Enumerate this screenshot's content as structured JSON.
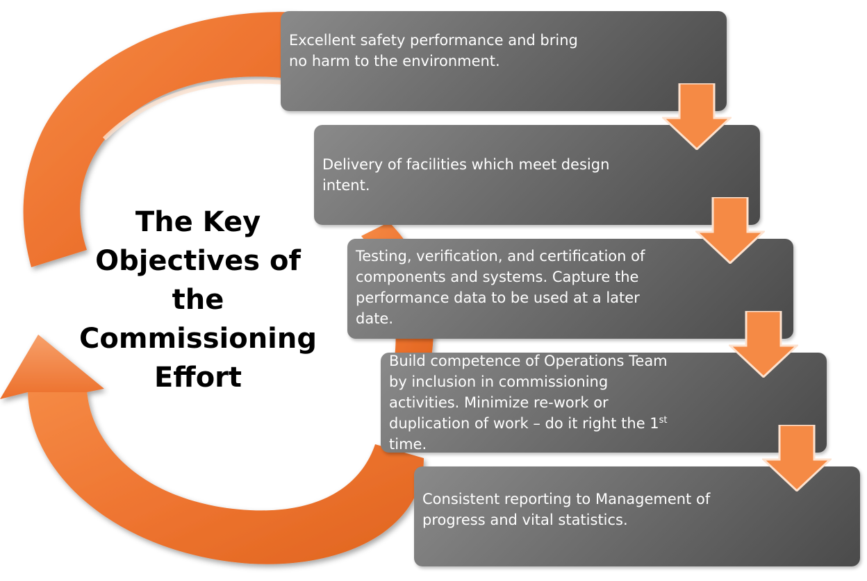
{
  "title_lines": [
    "The Key",
    "Objectives of",
    "the",
    "Commissioning",
    "Effort"
  ],
  "objectives": [
    {
      "text": "Excellent safety performance and bring no harm to the environment."
    },
    {
      "text": "Delivery of facilities which meet design intent."
    },
    {
      "text": "Testing, verification, and certification of components and systems. Capture the performance data to be used at a later date."
    },
    {
      "text_before": "Build competence of Operations Team by inclusion in commissioning activities. Minimize re-work or duplication of work – do it right the 1",
      "superscript": "st",
      "text_after": " time."
    },
    {
      "text": "Consistent reporting to Management of progress and vital statistics."
    }
  ],
  "colors": {
    "arrow_orange": "#f07a33",
    "box_gray": "#6b6b6b",
    "text_white": "#ffffff",
    "title_black": "#000000"
  }
}
